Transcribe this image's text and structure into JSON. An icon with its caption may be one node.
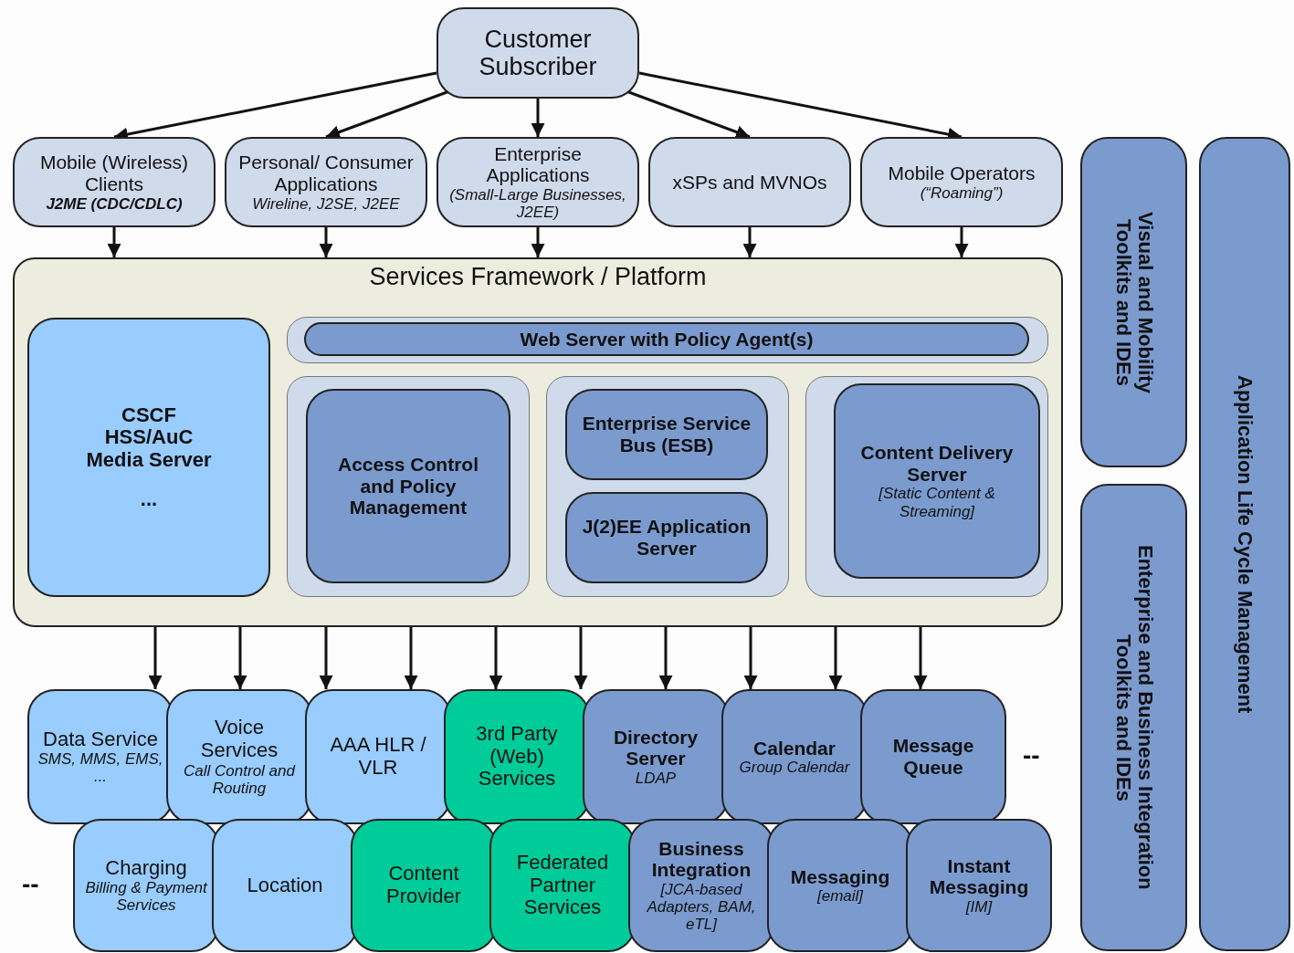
{
  "diagram": {
    "nodes": [
      {
        "text": [
          "Customer Subscriber"
        ]
      },
      {
        "text": [
          "Mobile (Wireless) Clients",
          "J2ME (CDC/CDLC)"
        ]
      },
      {
        "text": [
          "Personal/ Consumer Applications",
          "Wireline, J2SE, J2EE"
        ]
      },
      {
        "text": [
          "Enterprise Applications",
          "(Small-Large Businesses, J2EE)"
        ]
      },
      {
        "text": [
          "xSPs and MVNOs"
        ]
      },
      {
        "text": [
          "Mobile Operators",
          "(“Roaming”)"
        ]
      },
      {
        "text": [
          "Services Framework / Platform"
        ]
      },
      {
        "text": [
          "CSCF HSS/AuC Media Server",
          "..."
        ],
        "in": 6
      },
      {
        "text": [],
        "shape": "box",
        "in": 6
      },
      {
        "text": [
          "Web Server with Policy Agent(s)"
        ],
        "in": 8
      },
      {
        "text": [],
        "shape": "box",
        "in": 6
      },
      {
        "text": [
          "Access Control and Policy Management"
        ],
        "in": 10
      },
      {
        "text": [],
        "shape": "box",
        "in": 6
      },
      {
        "text": [
          "Enterprise Service Bus (ESB)"
        ],
        "in": 12
      },
      {
        "text": [
          "J(2)EE Application Server"
        ],
        "in": 12
      },
      {
        "text": [],
        "shape": "box",
        "in": 6
      },
      {
        "text": [
          "Content Delivery Server",
          "[Static Content & Streaming]"
        ],
        "in": 15
      },
      {
        "text": [
          "Data Service",
          "SMS, MMS, EMS, ..."
        ]
      },
      {
        "text": [
          "Voice Services",
          "Call Control and Routing"
        ]
      },
      {
        "text": [
          "AAA HLR / VLR"
        ]
      },
      {
        "text": [
          "3rd Party (Web) Services"
        ]
      },
      {
        "text": [
          "Directory Server",
          "LDAP"
        ]
      },
      {
        "text": [
          "Calendar",
          "Group Calendar"
        ]
      },
      {
        "text": [
          "Message Queue"
        ]
      },
      {
        "text": [
          "Charging",
          "Billing & Payment Services"
        ]
      },
      {
        "text": [
          "Location"
        ]
      },
      {
        "text": [
          "Content Provider"
        ]
      },
      {
        "text": [
          "Federated Partner Services"
        ]
      },
      {
        "text": [
          "Business Integration",
          "[JCA-based Adapters, BAM, eTL]"
        ]
      },
      {
        "text": [
          "Messaging",
          "[email]"
        ]
      },
      {
        "text": [
          "Instant Messaging",
          "[IM]"
        ]
      },
      {
        "text": [
          "Visual and Mobility Toolkits and IDEs"
        ]
      },
      {
        "text": [
          "Enterprise and Business Integration Toolkits and IDEs"
        ]
      },
      {
        "text": [
          "Application Life Cycle Management"
        ]
      }
    ],
    "edges": [
      {
        "from": 0,
        "to": 1,
        "arrow": "to"
      },
      {
        "from": 0,
        "to": 2,
        "arrow": "to"
      },
      {
        "from": 0,
        "to": 3,
        "arrow": "to"
      },
      {
        "from": 0,
        "to": 4,
        "arrow": "to"
      },
      {
        "from": 0,
        "to": 5,
        "arrow": "to"
      },
      {
        "from": 1,
        "to": 6,
        "arrow": "to"
      },
      {
        "from": 2,
        "to": 6,
        "arrow": "to"
      },
      {
        "from": 3,
        "to": 6,
        "arrow": "to"
      },
      {
        "from": 4,
        "to": 6,
        "arrow": "to"
      },
      {
        "from": 5,
        "to": 6,
        "arrow": "to"
      },
      {
        "from": 6,
        "to": 17,
        "arrow": "to"
      },
      {
        "from": 6,
        "to": 18,
        "arrow": "to"
      },
      {
        "from": 6,
        "to": 18,
        "arrow": "to"
      },
      {
        "from": 6,
        "to": 19,
        "arrow": "to"
      },
      {
        "from": 6,
        "to": 20,
        "arrow": "to"
      },
      {
        "from": 6,
        "to": 20,
        "arrow": "to"
      },
      {
        "from": 6,
        "to": 21,
        "arrow": "to"
      },
      {
        "from": 6,
        "to": 22,
        "arrow": "to"
      },
      {
        "from": 6,
        "to": 22,
        "arrow": "to"
      },
      {
        "from": 6,
        "to": 23,
        "arrow": "to"
      }
    ],
    "labels": [
      "--",
      "--"
    ]
  }
}
